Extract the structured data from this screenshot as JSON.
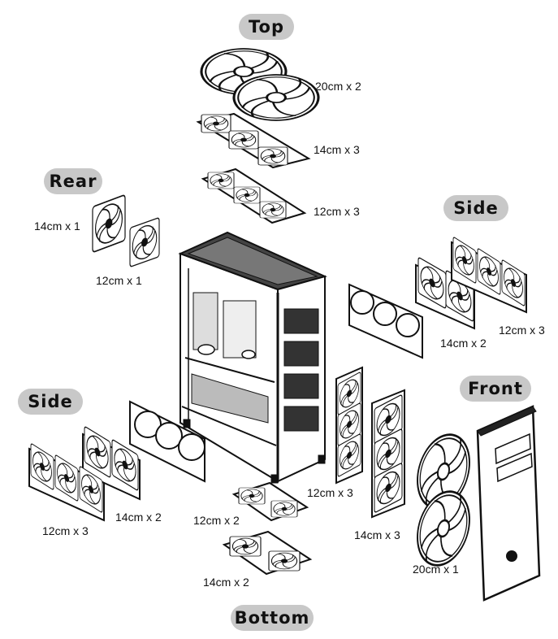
{
  "sections": {
    "top": "Top",
    "rear": "Rear",
    "side_right": "Side",
    "side_left": "Side",
    "front": "Front",
    "bottom": "Bottom"
  },
  "labels": {
    "top_20": "20cm x 2",
    "top_14": "14cm x 3",
    "top_12": "12cm x 3",
    "rear_14": "14cm x 1",
    "rear_12": "12cm x 1",
    "side_r_14": "14cm x 2",
    "side_r_12": "12cm x 3",
    "side_l_12": "12cm x 3",
    "side_l_14": "14cm x 2",
    "inner_12x3": "12cm x 3",
    "inner_14x3": "14cm x 3",
    "bottom_12": "12cm x 2",
    "bottom_14": "14cm x 2",
    "front_20": "20cm x 1"
  },
  "colors": {
    "pill": "#c8c8c8",
    "line": "#111111"
  }
}
